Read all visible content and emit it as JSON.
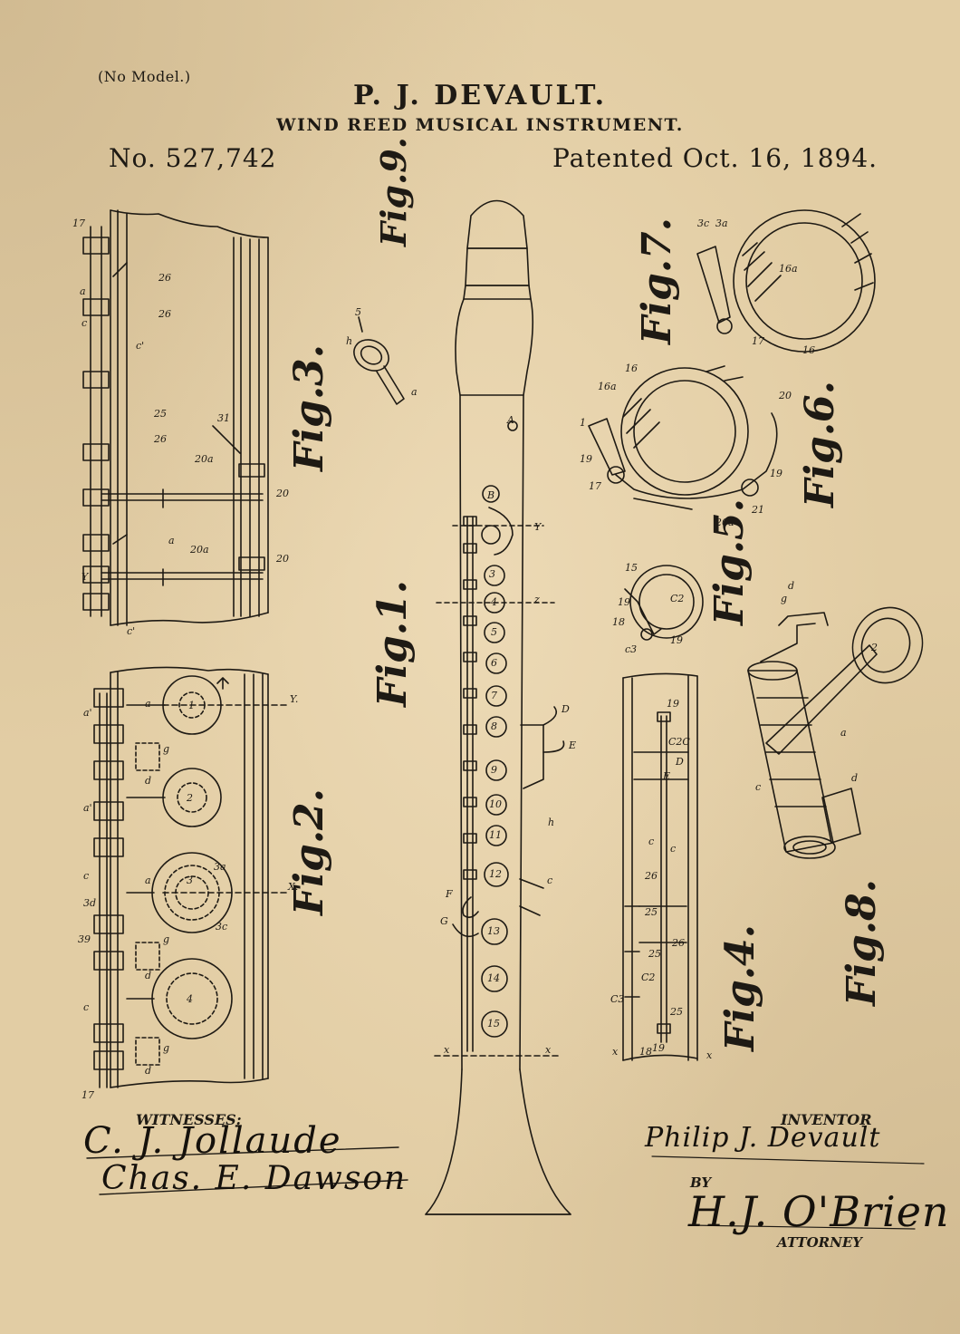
{
  "header": {
    "model_note": "(No Model.)",
    "inventor": "P. J. DEVAULT.",
    "title": "WIND REED MUSICAL INSTRUMENT.",
    "patent_number": "No. 527,742",
    "patent_date": "Patented Oct. 16, 1894."
  },
  "figures": {
    "fig1": "Fig.1.",
    "fig2": "Fig.2.",
    "fig3": "Fig.3.",
    "fig4": "Fig.4.",
    "fig5": "Fig.5.",
    "fig6": "Fig.6.",
    "fig7": "Fig.7.",
    "fig8": "Fig.8.",
    "fig9": "Fig.9."
  },
  "footer": {
    "witnesses_label": "WITNESSES:",
    "witness1_signature": "C. J. Jollaude",
    "witness2_signature": "Chas. E. Dawson",
    "inventor_label": "INVENTOR",
    "inventor_signature": "Philip J. Devault",
    "by_label": "BY",
    "attorney_signature": "H.J. O'Brien",
    "attorney_label": "ATTORNEY"
  },
  "colors": {
    "paper": "#e2cda4",
    "ink": "#1e1a14"
  }
}
